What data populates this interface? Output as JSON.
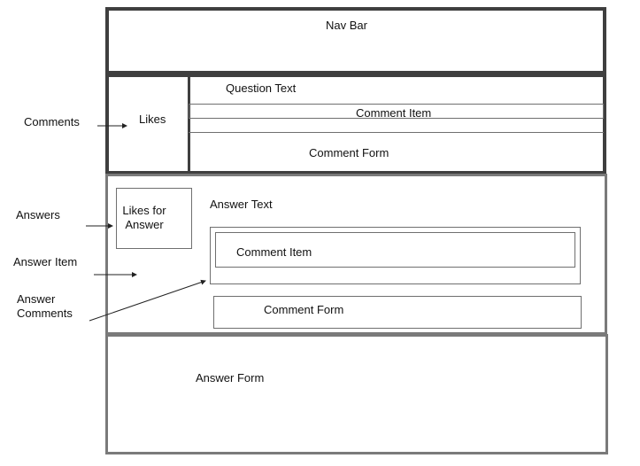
{
  "diagram": {
    "nav_bar": "Nav Bar",
    "question": {
      "likes": "Likes",
      "question_text": "Question Text",
      "comment_item": "Comment Item",
      "comment_form": "Comment Form"
    },
    "answer": {
      "likes_for_answer": "Likes for\nAnswer",
      "answer_text": "Answer Text",
      "comment_item": "Comment Item",
      "comment_form": "Comment Form"
    },
    "answer_form": "Answer Form",
    "annotations": {
      "comments": "Comments",
      "answers": "Answers",
      "answer_item": "Answer Item",
      "answer_comments_line1": "Answer",
      "answer_comments_line2": "Comments"
    }
  }
}
